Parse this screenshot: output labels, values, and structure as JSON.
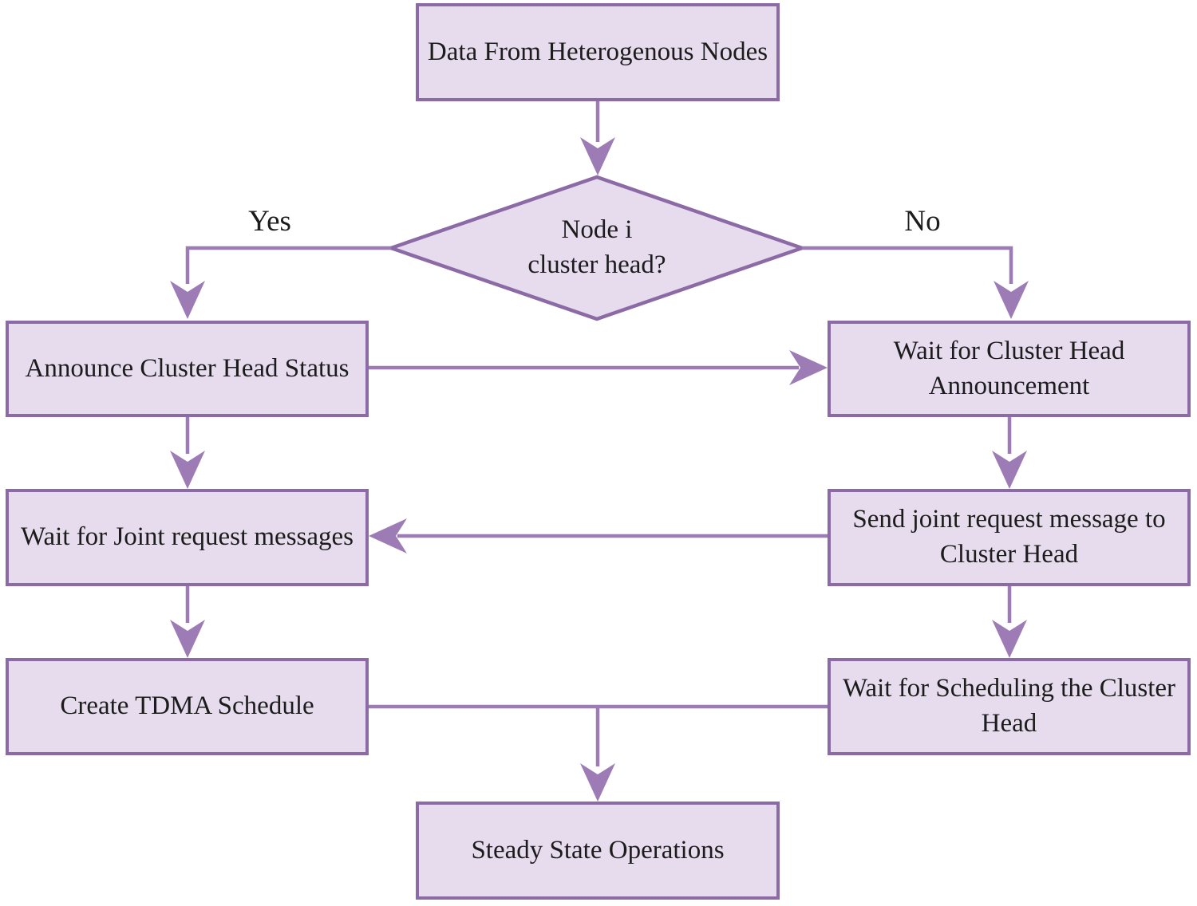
{
  "diagram": {
    "type": "flowchart",
    "nodes": {
      "start": {
        "label": "Data From Heterogenous Nodes",
        "shape": "rect"
      },
      "decision": {
        "label": "Node i\ncluster head?",
        "shape": "diamond"
      },
      "announce": {
        "label": "Announce Cluster Head Status",
        "shape": "rect"
      },
      "wait_announcement": {
        "label": "Wait for Cluster Head Announcement",
        "shape": "rect"
      },
      "wait_joint": {
        "label": "Wait for Joint request messages",
        "shape": "rect"
      },
      "send_joint": {
        "label": "Send joint request message to Cluster Head",
        "shape": "rect"
      },
      "create_tdma": {
        "label": "Create TDMA Schedule",
        "shape": "rect"
      },
      "wait_scheduling": {
        "label": "Wait for Scheduling the Cluster Head",
        "shape": "rect"
      },
      "steady": {
        "label": "Steady State Operations",
        "shape": "rect"
      }
    },
    "edge_labels": {
      "yes": "Yes",
      "no": "No"
    },
    "edges": [
      "start -> decision",
      "decision -Yes-> announce",
      "decision -No-> wait_announcement",
      "announce -> wait_announcement",
      "announce -> wait_joint",
      "wait_announcement -> send_joint",
      "send_joint -> wait_joint",
      "wait_joint -> create_tdma",
      "send_joint -> wait_scheduling",
      "create_tdma -> steady",
      "wait_scheduling -> steady"
    ],
    "colors": {
      "node_fill": "#e6dcee",
      "node_border": "#8c6aa6",
      "connector": "#9d7cb6",
      "text": "#1c1c1c"
    }
  }
}
